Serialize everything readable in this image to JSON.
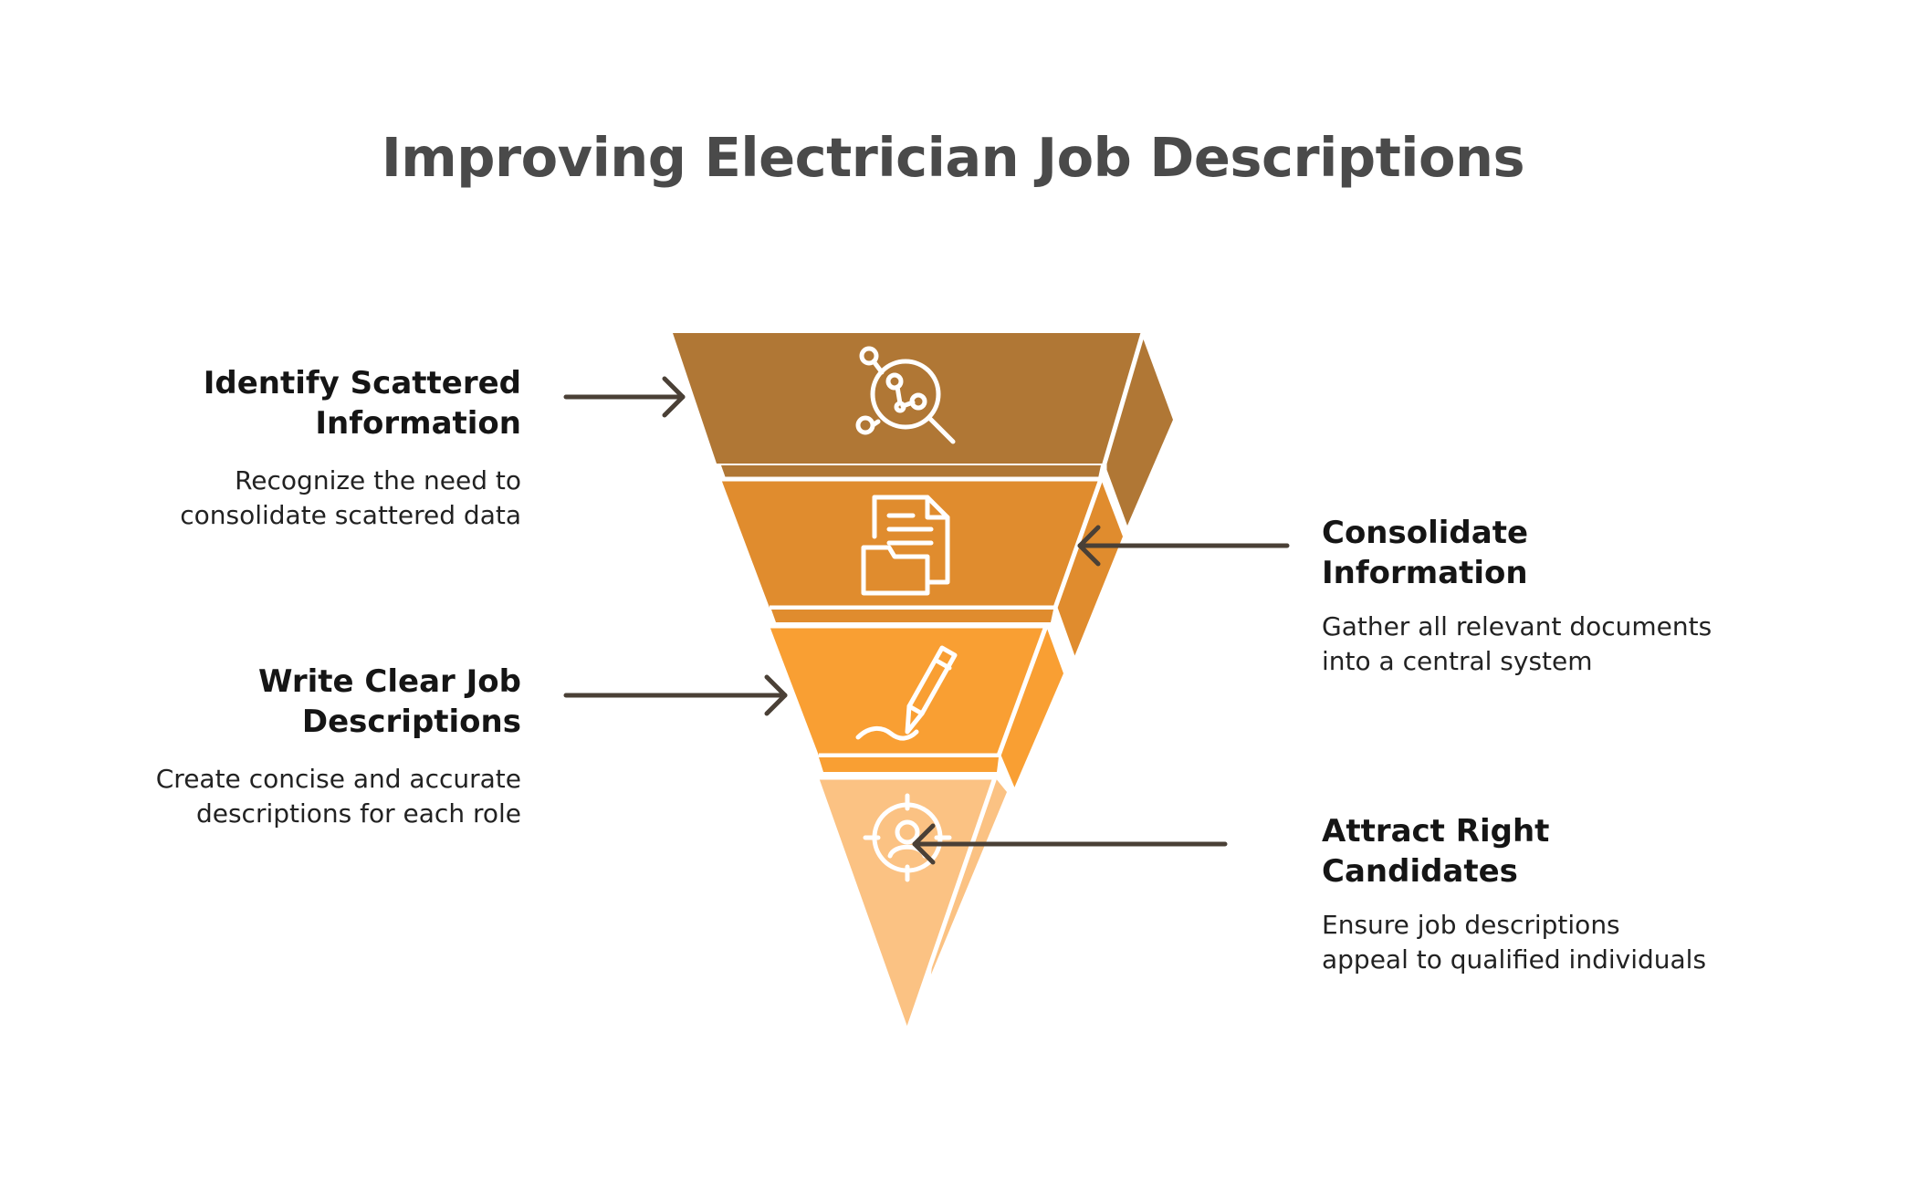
{
  "title": "Improving Electrician Job Descriptions",
  "colors": {
    "level1": "#b07735",
    "level2": "#e08c2e",
    "level3": "#f99f33",
    "level4": "#fbc283",
    "arrow": "#4a4036",
    "title": "#4a4a4a"
  },
  "steps": [
    {
      "heading": "Identify Scattered Information",
      "description": "Recognize the need to consolidate scattered data",
      "icon": "data-search-icon"
    },
    {
      "heading": "Consolidate Information",
      "description": "Gather all relevant documents into a central system",
      "icon": "documents-folder-icon"
    },
    {
      "heading": "Write Clear Job Descriptions",
      "description": "Create concise and accurate descriptions for each role",
      "icon": "pen-writing-icon"
    },
    {
      "heading": "Attract Right Candidates",
      "description": "Ensure job descriptions appeal to qualified individuals",
      "icon": "target-person-icon"
    }
  ]
}
